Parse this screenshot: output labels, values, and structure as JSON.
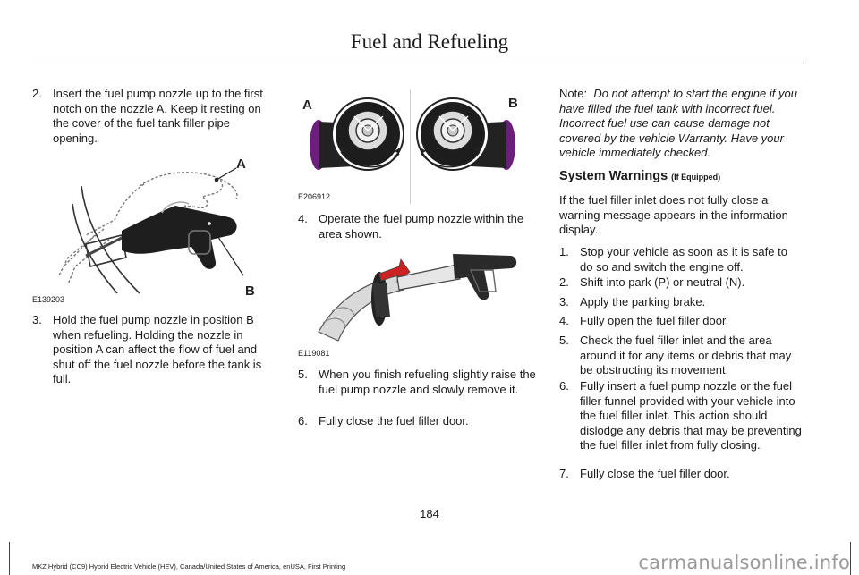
{
  "header": {
    "title": "Fuel and Refueling"
  },
  "col1": {
    "step2": {
      "num": "2.",
      "text": "Insert the fuel pump nozzle up to the first notch on the nozzle A.  Keep it resting on the cover of the fuel tank filler pipe opening."
    },
    "fig1": {
      "code": "E139203",
      "label_a": "A",
      "label_b": "B"
    },
    "step3": {
      "num": "3.",
      "text": "Hold the fuel pump nozzle in position B when refueling.  Holding the nozzle in position A can affect the flow of fuel and shut off the fuel nozzle before the tank is full."
    }
  },
  "col2": {
    "fig2": {
      "code": "E206912",
      "label_a": "A",
      "label_b": "B"
    },
    "step4": {
      "num": "4.",
      "text": "Operate the fuel pump nozzle within the area shown."
    },
    "fig3": {
      "code": "E119081"
    },
    "step5": {
      "num": "5.",
      "text": "When you finish refueling slightly raise the fuel pump nozzle and slowly remove it."
    },
    "step6": {
      "num": "6.",
      "text": "Fully close the fuel filler door."
    }
  },
  "col3": {
    "note": {
      "label": "Note:",
      "text": "Do not attempt to start the engine if you have filled the fuel tank with incorrect fuel.  Incorrect fuel use can cause damage not covered by the vehicle Warranty.  Have your vehicle immediately checked."
    },
    "heading": {
      "main": "System Warnings",
      "qualifier": "(If Equipped)"
    },
    "intro": "If the fuel filler inlet does not fully close a warning message appears in the information display.",
    "steps": [
      {
        "num": "1.",
        "text": "Stop your vehicle as soon as it is safe to do so and switch the engine off."
      },
      {
        "num": "2.",
        "text": "Shift into park (P) or neutral (N)."
      },
      {
        "num": "3.",
        "text": "Apply the parking brake."
      },
      {
        "num": "4.",
        "text": "Fully open the fuel filler door."
      },
      {
        "num": "5.",
        "text": "Check the fuel filler inlet and the area around it for any items or debris that may be obstructing its movement."
      },
      {
        "num": "6.",
        "text": "Fully insert a fuel pump nozzle or the fuel filler funnel provided with your vehicle into the fuel filler inlet.  This action should dislodge any debris that may be preventing the fuel filler inlet from fully closing."
      },
      {
        "num": "7.",
        "text": "Fully close the fuel filler door."
      }
    ]
  },
  "page_number": "184",
  "footer": "MKZ Hybrid (CC9) Hybrid Electric Vehicle (HEV), Canada/United States of America, enUSA, First Printing",
  "watermark": "carmanualsonline.info",
  "colors": {
    "purple": "#6b1f7a",
    "dark": "#222222"
  }
}
